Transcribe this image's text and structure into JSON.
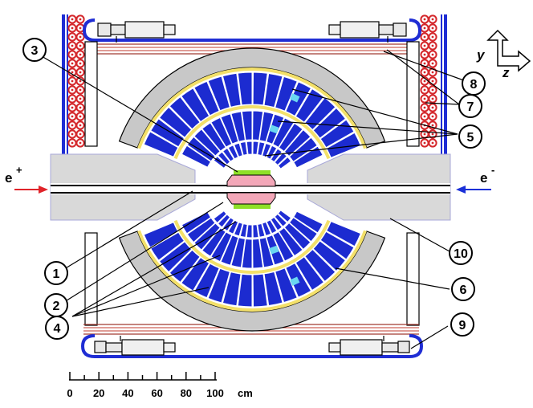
{
  "beams": {
    "left": "e",
    "left_sup": "+",
    "right": "e",
    "right_sup": "-"
  },
  "axes": {
    "y": "y",
    "z": "z"
  },
  "callouts": [
    "1",
    "2",
    "3",
    "4",
    "5",
    "6",
    "7",
    "8",
    "9",
    "10"
  ],
  "scale": {
    "ticks": [
      "0",
      "20",
      "40",
      "60",
      "80",
      "100"
    ],
    "unit": "cm"
  },
  "colors": {
    "calorimeter": "#1c2bd0",
    "wedge": "#1f2dd4",
    "shell": "#c8c8c8",
    "tube": "#d9d9d9",
    "pole": "#f3a7b8",
    "green": "#8ee028",
    "positron": "#e0242a",
    "electron": "#1a30d8",
    "coil": "#d4282c",
    "yellow": "#f3e06a"
  }
}
